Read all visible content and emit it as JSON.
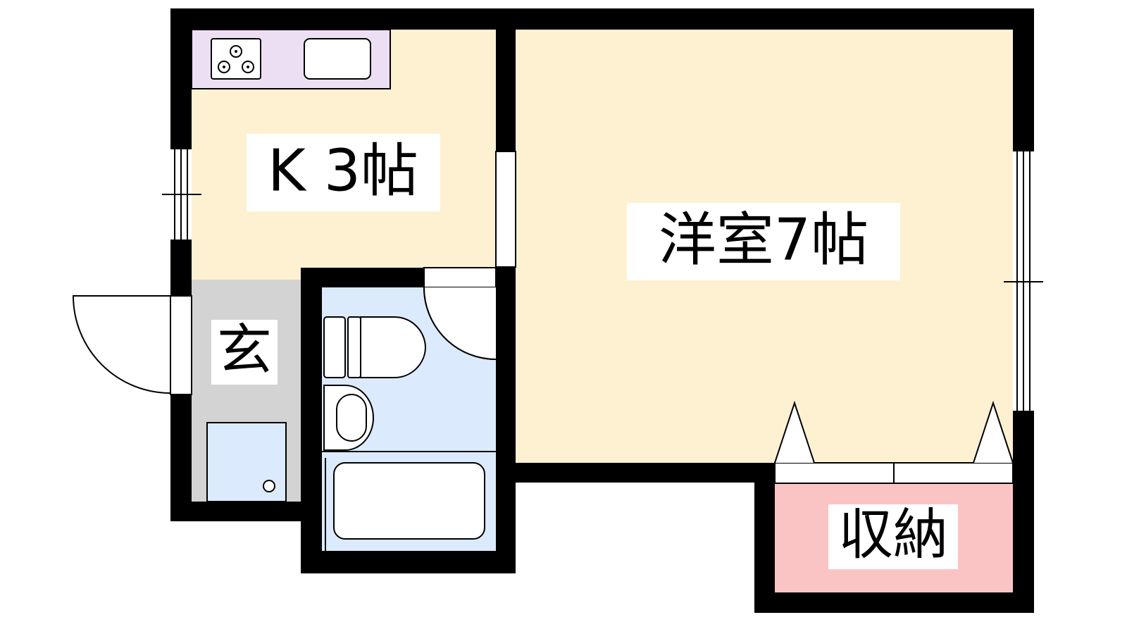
{
  "rooms": {
    "kitchen": {
      "label": "K 3帖",
      "color": "#fdf1d2"
    },
    "western": {
      "label": "洋室7帖",
      "color": "#fdf1d2"
    },
    "entrance": {
      "label": "玄",
      "color": "#d3d3d3"
    },
    "storage": {
      "label": "収納",
      "color": "#fbc4c4"
    },
    "bathroom": {
      "color": "#dbeafc"
    },
    "kitchen_counter": {
      "color": "#ecdff3"
    }
  },
  "colors": {
    "wall": "#000000",
    "window": "#ffffff",
    "fixture_line": "#000000"
  },
  "icons": [
    "stove-icon",
    "sink-icon",
    "toilet-icon",
    "washbasin-icon",
    "bathtub-icon",
    "door-swing-icon",
    "shoe-cabinet-icon"
  ]
}
